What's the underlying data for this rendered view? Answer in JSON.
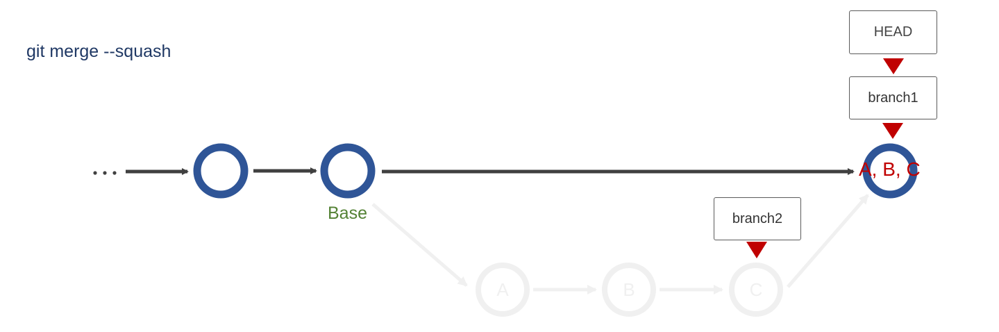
{
  "title": "git merge --squash",
  "ellipsis": "···",
  "commits": {
    "base_label": "Base",
    "ghost_commits": [
      "A",
      "B",
      "C"
    ],
    "squash_commit_label": "A, B, C"
  },
  "refs": {
    "head": "HEAD",
    "branch1": "branch1",
    "branch2": "branch2"
  },
  "colors": {
    "commit_ring": "#2f5597",
    "arrow": "#404040",
    "ghost": "#f0f0f0",
    "pointer": "#c00000",
    "base_label": "#548235",
    "title": "#1f3864"
  }
}
